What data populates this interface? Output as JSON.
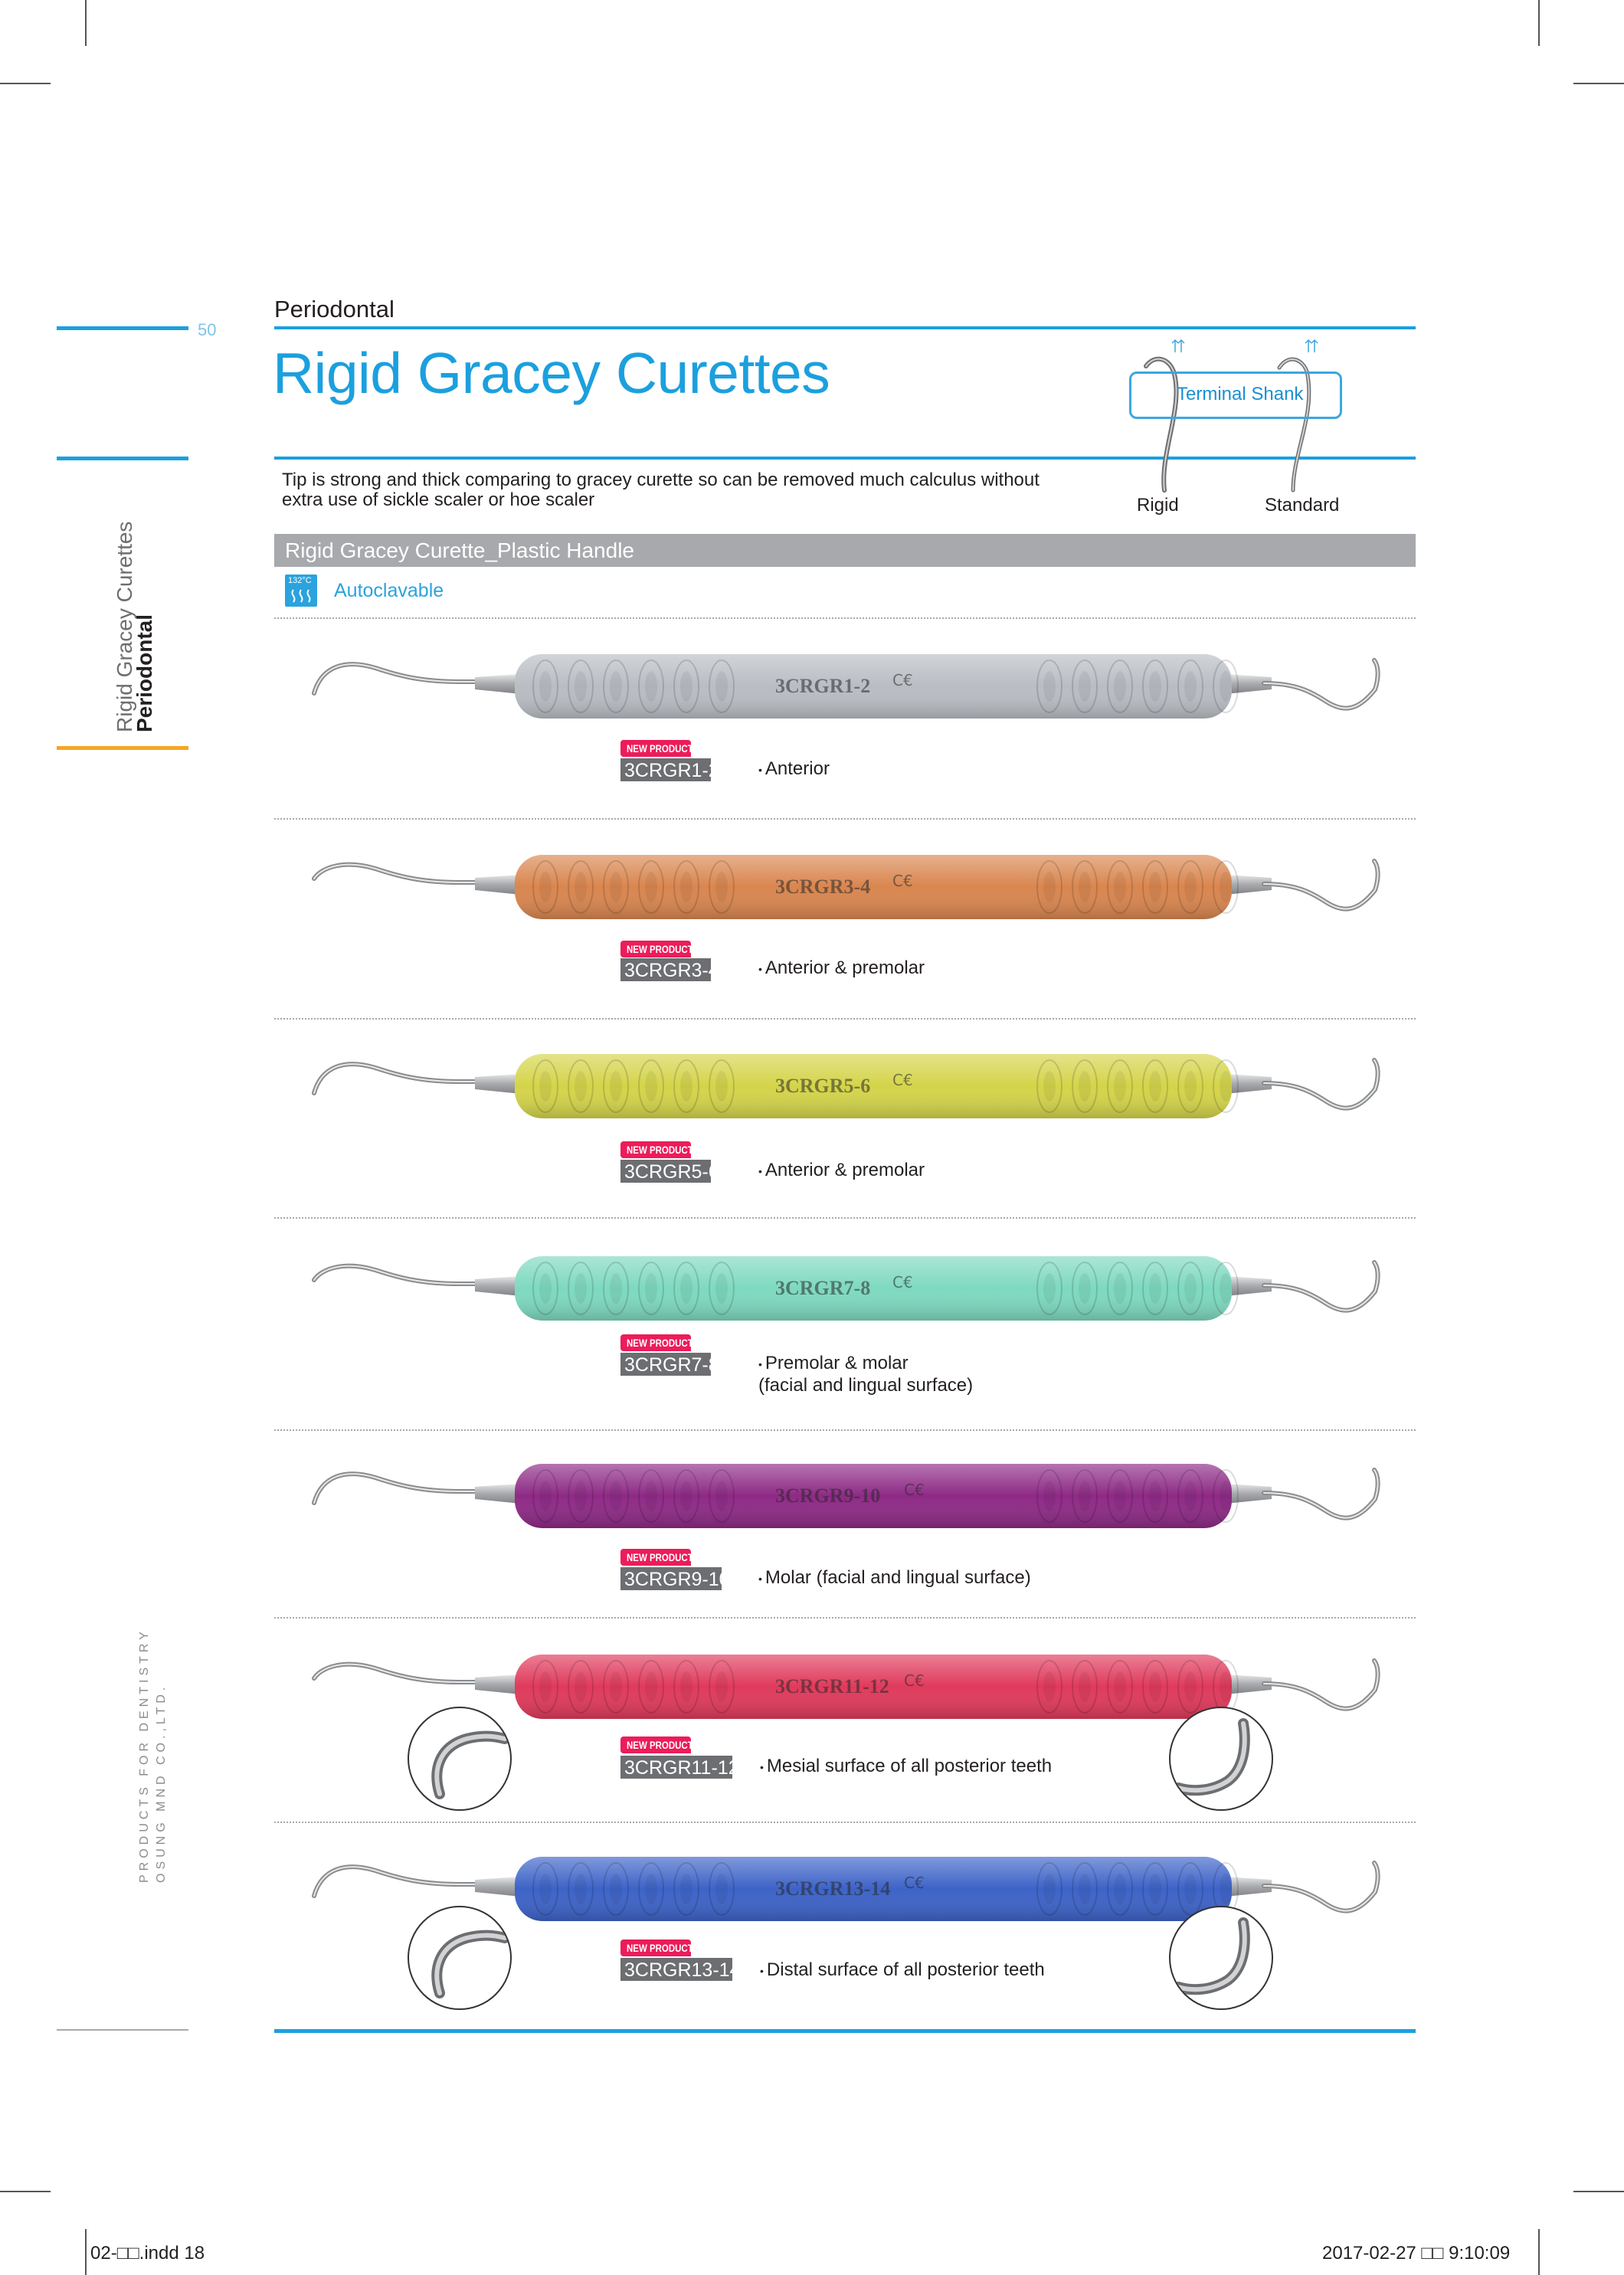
{
  "page_number": "50",
  "category": "Periodontal",
  "title": "Rigid Gracey Curettes",
  "intro": "Tip is strong and thick comparing to gracey curette so can be removed much calculus without extra use of sickle scaler or hoe scaler",
  "diagram": {
    "label": "Terminal Shank",
    "left_caption": "Rigid",
    "right_caption": "Standard"
  },
  "section_bar": "Rigid Gracey Curette_Plastic Handle",
  "autoclave": {
    "icon_text": "132°C",
    "label": "Autoclavable"
  },
  "side_tab": {
    "category": "Periodontal",
    "subcategory": "Rigid Gracey Curettes"
  },
  "side_company": {
    "line1": "PRODUCTS FOR DENTISTRY",
    "line2": "OSUNG MND CO.,LTD."
  },
  "badge_text": "NEW PRODUCT",
  "products": [
    {
      "code": "3CRGR1-2",
      "handle_text": "3CRGR1-2",
      "desc": "Anterior",
      "desc2": "",
      "color": "#b9bdc3"
    },
    {
      "code": "3CRGR3-4",
      "handle_text": "3CRGR3-4",
      "desc": "Anterior & premolar",
      "desc2": "",
      "color": "#d9864f"
    },
    {
      "code": "3CRGR5-6",
      "handle_text": "3CRGR5-6",
      "desc": "Anterior & premolar",
      "desc2": "",
      "color": "#d4d44a"
    },
    {
      "code": "3CRGR7-8",
      "handle_text": "3CRGR7-8",
      "desc": "Premolar & molar",
      "desc2": "(facial and lingual surface)",
      "color": "#7ed9bf"
    },
    {
      "code": "3CRGR9-10",
      "handle_text": "3CRGR9-10",
      "desc": "Molar (facial and lingual surface)",
      "desc2": "",
      "color": "#8e2a86"
    },
    {
      "code": "3CRGR11-12",
      "handle_text": "3CRGR11-12",
      "desc": "Mesial surface of all posterior teeth",
      "desc2": "",
      "color": "#e03a5c"
    },
    {
      "code": "3CRGR13-14",
      "handle_text": "3CRGR13-14",
      "desc": "Distal surface of all posterior teeth",
      "desc2": "",
      "color": "#3d63c8"
    }
  ],
  "footer": {
    "left": "02-□□.indd   18",
    "right": "2017-02-27   □□ 9:10:09"
  }
}
